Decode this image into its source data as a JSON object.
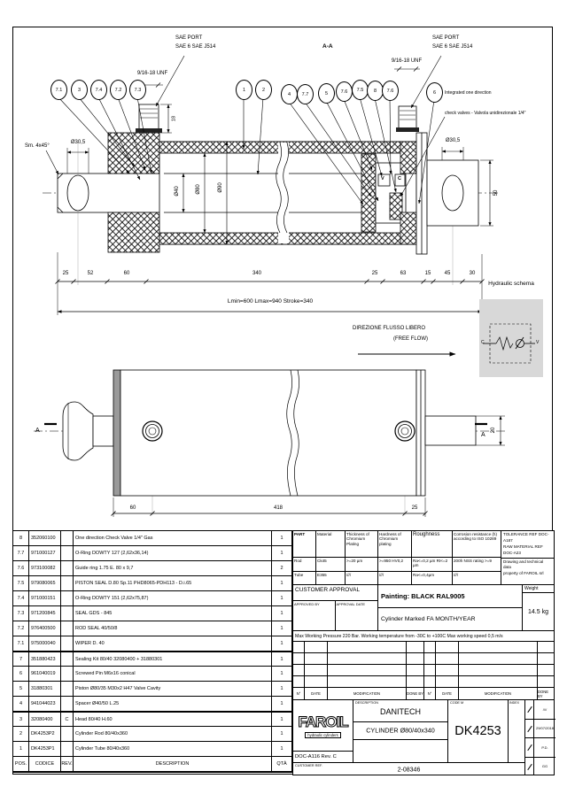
{
  "top_drawing": {
    "section_label": "A-A",
    "sae_port_left_1": "SAE PORT",
    "sae_port_left_2": "SAE 6 SAE J514",
    "sae_port_right_1": "SAE PORT",
    "sae_port_right_2": "SAE 6 SAE J514",
    "unf_left": "9/16-18 UNF",
    "unf_right": "9/16-18 UNF",
    "balloons": [
      "7.1",
      "3",
      "7.4",
      "7.2",
      "7.3",
      "1",
      "2",
      "4",
      "7.7",
      "5",
      "7.6",
      "7.5",
      "8",
      "7.6",
      "6"
    ],
    "integrated_note_1": "Integrated one direction",
    "integrated_note_2": "check valves - Valvola unidirezionale 1/4\"",
    "chamfer_note": "Sm. 4x45°",
    "dia_left": "Ø30,5",
    "dia_right": "Ø30,5",
    "dia_rod": "Ø40",
    "dia_bore": "Ø80",
    "dia_tube": "Ø90",
    "dim_port_h": "18",
    "dim_plate_h": "50",
    "v_label": "V",
    "c_label": "C",
    "bottom_dims": [
      "25",
      "52",
      "60",
      "340",
      "25",
      "63",
      "15",
      "45",
      "30"
    ],
    "length_note": "Lmin=600  Lmax=940  Stroke=340"
  },
  "schema": {
    "label": "Hydraulic schema",
    "c": "C",
    "v": "V"
  },
  "mid_drawing": {
    "flow_note_1": "DIREZIONE FLUSSO LIBERO",
    "flow_note_2": "(FREE FLOW)",
    "section_left": "A",
    "section_right": "A",
    "dim_rod_end": "20",
    "bottom_dims": [
      "60",
      "418",
      "25"
    ]
  },
  "bom": {
    "headers": {
      "pos": "POS.",
      "code": "CODICE",
      "rev": "REV.",
      "desc": "DESCRIPTION",
      "qty": "QTÀ"
    },
    "rows": [
      {
        "pos": "8",
        "code": "352060100",
        "rev": "",
        "desc": "One direction Check Valve 1/4\" Gas",
        "qty": "1"
      },
      {
        "pos": "7.7",
        "code": "971000127",
        "rev": "",
        "desc": "O-Ring DOWTY 127  (2,62x36,14)",
        "qty": "1"
      },
      {
        "pos": "7.6",
        "code": "973100082",
        "rev": "",
        "desc": "Guide ring  1.75 E. 80 x 9,7",
        "qty": "2"
      },
      {
        "pos": "7.5",
        "code": "979080065",
        "rev": "",
        "desc": "PISTON SEAL D.80 Sp.11 PHD8065-PDH113 - D.i.65",
        "qty": "1"
      },
      {
        "pos": "7.4",
        "code": "971000151",
        "rev": "",
        "desc": "O-Ring DOWTY 151  (2,62x75,87)",
        "qty": "1"
      },
      {
        "pos": "7.3",
        "code": "971200845",
        "rev": "",
        "desc": "SEAL GDS - 845",
        "qty": "1"
      },
      {
        "pos": "7.2",
        "code": "976400500",
        "rev": "",
        "desc": "ROD SEAL 40/50/8",
        "qty": "1"
      },
      {
        "pos": "7.1",
        "code": "975000040",
        "rev": "",
        "desc": "WIPER D. 40",
        "qty": "1"
      },
      {
        "pos": "7",
        "code": "351880423",
        "rev": "",
        "desc": "Sealing Kit 80/40 32080400 + 31880301",
        "qty": "1",
        "sep": true
      },
      {
        "pos": "6",
        "code": "961040019",
        "rev": "",
        "desc": "Screwed Pin M6x16 conical",
        "qty": "1"
      },
      {
        "pos": "5",
        "code": "31880301",
        "rev": "",
        "desc": "Piston Ø80/35 M30x2 H47 Valve Cavity",
        "qty": "1"
      },
      {
        "pos": "4",
        "code": "941044023",
        "rev": "",
        "desc": "Spacer Ø40/50 L.25",
        "qty": "1"
      },
      {
        "pos": "3",
        "code": "32080400",
        "rev": "C",
        "desc": "Head 80/40 H.60",
        "qty": "1",
        "sep": true
      },
      {
        "pos": "2",
        "code": "DK4253P2",
        "rev": "",
        "desc": "Cylinder Rod 80/40x360",
        "qty": "1"
      },
      {
        "pos": "1",
        "code": "DK4253P1",
        "rev": "",
        "desc": "Cylinder Tube 80/40x360",
        "qty": "1"
      }
    ]
  },
  "material_table": {
    "headers": [
      "PART",
      "Material",
      "Thickness of Chromium Plating",
      "Hardness of Chromium plating",
      "Roughness",
      "Corrosion resistance (h) according to ISO 10289"
    ],
    "rod": {
      "part": "Rod",
      "material": "Ck45",
      "thickness": ">=20 µm",
      "hardness": ">=950 HV0,2",
      "roughness": "Ra<=0,2 µm Rt<=2 µm",
      "corrosion": "200h NSS rating >=9"
    },
    "tube": {
      "part": "Tube",
      "material": "E355",
      "thickness": "////",
      "hardness": "////",
      "roughness": "Ra<=0,4µm",
      "corrosion": "////"
    },
    "notes": [
      "TOLERANCE REF DOC-A187",
      "RAW MATERIAL REF DOC-A23",
      "Drawing and technical data",
      "property of FAROIL srl"
    ]
  },
  "approval": {
    "customer_approval": "CUSTOMER APPROVAL",
    "approved_by": "APPROVED BY",
    "approval_date": "APPROVAL DATE",
    "painting": "Painting: BLACK RAL9005",
    "marking": "Cylinder Marked  FA MONTH/YEAR",
    "weight_label": "Weight",
    "weight_value": "14.5 kg",
    "pressure_note": "Max Working Pressure 220 Bar. Working temperature from -30C to +100C Max working speed 0,5 m/s"
  },
  "modification_table": {
    "headers": [
      "N°",
      "DATE",
      "MODIFICATION",
      "DONE BY",
      "N°",
      "DATE",
      "MODIFICATION",
      "DONE BY"
    ]
  },
  "title_block": {
    "logo_text": "FAROIL",
    "logo_tagline": "hydraulic cylinders",
    "doc_ref": "DOC-A116 Rev. C",
    "customer_ref_label": "CUSTOMER REF.",
    "customer_ref_value": "2-08346",
    "description_label": "DESCRIPTION",
    "customer_name": "DANITECH",
    "product": "CYLINDER Ø80/40x340",
    "code_label": "CODE M",
    "code_value": "DK4253",
    "index_label": "INDEX",
    "sign_cells": [
      "////",
      "29/07/2018",
      "P.D.",
      "GG"
    ]
  }
}
